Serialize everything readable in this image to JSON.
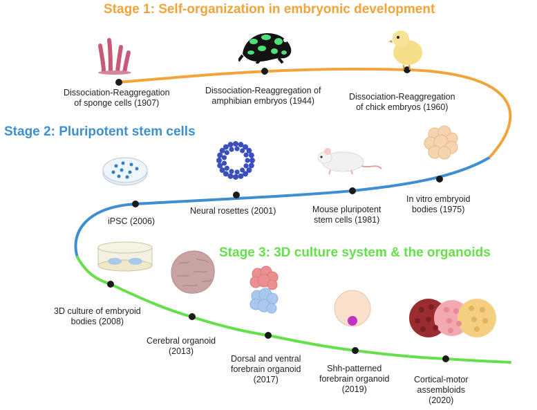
{
  "colors": {
    "stage1": "#F2A33A",
    "stage2": "#3E8ED0",
    "stage3": "#66E04A",
    "node": "#1a1a1a"
  },
  "stages": [
    {
      "title": "Stage 1: Self-organization in embryonic development",
      "color": "#F2A33A"
    },
    {
      "title": "Stage 2: Pluripotent stem cells",
      "color": "#3E8ED0"
    },
    {
      "title": "Stage 3: 3D culture system & the organoids",
      "color": "#66E04A"
    }
  ],
  "events": [
    {
      "lines": [
        "Dissociation-Reaggregation",
        "of sponge cells (1907)"
      ],
      "icon": "sponge-icon"
    },
    {
      "lines": [
        "Dissociation-Reaggregation of",
        "amphibian embryos (1944)"
      ],
      "icon": "frog-icon"
    },
    {
      "lines": [
        "Dissociation-Reaggregation",
        "of chick embryos (1960)"
      ],
      "icon": "chick-icon"
    },
    {
      "lines": [
        "In vitro embryoid",
        "bodies (1975)"
      ],
      "icon": "embryoid-body-icon"
    },
    {
      "lines": [
        "Mouse pluripotent",
        "stem cells (1981)"
      ],
      "icon": "mouse-icon"
    },
    {
      "lines": [
        "Neural rosettes (2001)"
      ],
      "icon": "neural-rosette-icon"
    },
    {
      "lines": [
        "iPSC (2006)"
      ],
      "icon": "petri-dish-icon"
    },
    {
      "lines": [
        "3D culture of embryoid",
        "bodies (2008)"
      ],
      "icon": "culture-dish-icon"
    },
    {
      "lines": [
        "Cerebral organoid",
        "(2013)"
      ],
      "icon": "cerebral-organoid-icon"
    },
    {
      "lines": [
        "Dorsal and ventral",
        "forebrain organoid",
        "(2017)"
      ],
      "icon": "forebrain-organoid-icon"
    },
    {
      "lines": [
        "Shh-patterned",
        "forebrain organoid",
        "(2019)"
      ],
      "icon": "shh-organoid-icon"
    },
    {
      "lines": [
        "Cortical-motor",
        "assembloids",
        "(2020)"
      ],
      "icon": "assembloid-icon"
    }
  ]
}
